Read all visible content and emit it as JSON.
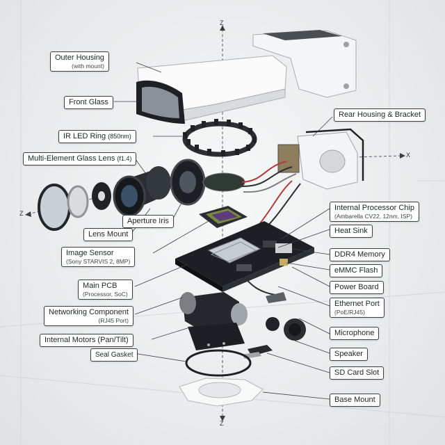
{
  "axes": {
    "z": "Z",
    "x": "X"
  },
  "labels": {
    "outer_housing": {
      "title": "Outer Housing",
      "sub": "(with mount)"
    },
    "front_glass": {
      "title": "Front Glass"
    },
    "ir_led_ring": {
      "title": "IR LED Ring",
      "sub": "(850nm)"
    },
    "lens": {
      "title": "Multi-Element Glass Lens",
      "sub": "(f1.4)"
    },
    "lens_mount": {
      "title": "Lens Mount"
    },
    "aperture_iris": {
      "title": "Aperture Iris"
    },
    "image_sensor": {
      "title": "Image Sensor",
      "sub": "(Sony STARVIS 2, 8MP)"
    },
    "main_pcb": {
      "title": "Main PCB",
      "sub": "(Processor, SoC)"
    },
    "networking": {
      "title": "Networking Component",
      "sub": "(RJ45 Port)"
    },
    "motors": {
      "title": "Internal Motors (Pan/Tilt)"
    },
    "seal_gasket": {
      "title": "Seal Gasket"
    },
    "rear_housing": {
      "title": "Rear Housing & Bracket"
    },
    "processor_chip": {
      "title": "Internal Processor Chip",
      "sub": "(Ambarella CV22, 12nm, ISP)"
    },
    "heat_sink": {
      "title": "Heat Sink"
    },
    "ddr4": {
      "title": "DDR4 Memory"
    },
    "emmc": {
      "title": "eMMC Flash"
    },
    "power_board": {
      "title": "Power Board"
    },
    "ethernet_port": {
      "title": "Ethernet Port",
      "sub": "(PoE/RJ45)"
    },
    "microphone": {
      "title": "Microphone"
    },
    "speaker": {
      "title": "Speaker"
    },
    "sd_card": {
      "title": "SD Card Slot"
    },
    "base_mount": {
      "title": "Base Mount"
    }
  }
}
